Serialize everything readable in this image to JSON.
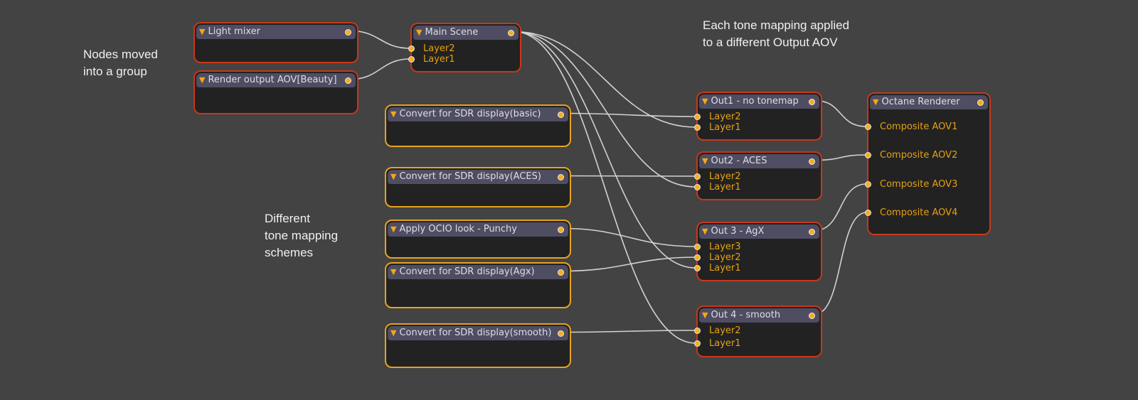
{
  "notes": {
    "group": "Nodes moved\ninto a group",
    "tonemap": "Different\ntone mapping\nschemes",
    "output": "Each tone mapping applied\nto a different Output AOV"
  },
  "colors": {
    "background": "#434343",
    "node_body": "#222222",
    "node_header": "#4f4d62",
    "group_border": "#c8371a",
    "tonemap_border": "#e8a21c",
    "pin": "#f5ae1e",
    "input_label": "#e4a016",
    "wire": "#d2d2d2"
  },
  "nodes": {
    "light_mixer": {
      "title": "Light mixer",
      "inputs": []
    },
    "render_output": {
      "title": "Render output AOV[Beauty]",
      "inputs": []
    },
    "main_scene": {
      "title": "Main Scene",
      "inputs": [
        "Layer2",
        "Layer1"
      ]
    },
    "sdr_basic": {
      "title": "Convert for SDR display(basic)",
      "inputs": []
    },
    "sdr_aces": {
      "title": "Convert for SDR display(ACES)",
      "inputs": []
    },
    "ocio_punchy": {
      "title": "Apply OCIO look - Punchy",
      "inputs": []
    },
    "sdr_agx": {
      "title": "Convert for SDR display(Agx)",
      "inputs": []
    },
    "sdr_smooth": {
      "title": "Convert for SDR display(smooth)",
      "inputs": []
    },
    "out1": {
      "title": "Out1 - no tonemap",
      "inputs": [
        "Layer2",
        "Layer1"
      ]
    },
    "out2": {
      "title": "Out2 - ACES",
      "inputs": [
        "Layer2",
        "Layer1"
      ]
    },
    "out3": {
      "title": "Out 3  - AgX",
      "inputs": [
        "Layer3",
        "Layer2",
        "Layer1"
      ]
    },
    "out4": {
      "title": "Out 4 - smooth",
      "inputs": [
        "Layer2",
        "Layer1"
      ]
    },
    "octane": {
      "title": "Octane Renderer",
      "inputs": [
        "Composite AOV1",
        "Composite AOV2",
        "Composite AOV3",
        "Composite AOV4"
      ]
    }
  },
  "connections": [
    {
      "from": "light_mixer",
      "to": "main_scene",
      "input": "Layer2"
    },
    {
      "from": "render_output",
      "to": "main_scene",
      "input": "Layer1"
    },
    {
      "from": "sdr_basic",
      "to": "out1",
      "input": "Layer2"
    },
    {
      "from": "main_scene",
      "to": "out1",
      "input": "Layer1"
    },
    {
      "from": "sdr_aces",
      "to": "out2",
      "input": "Layer2"
    },
    {
      "from": "main_scene",
      "to": "out2",
      "input": "Layer1"
    },
    {
      "from": "ocio_punchy",
      "to": "out3",
      "input": "Layer3"
    },
    {
      "from": "sdr_agx",
      "to": "out3",
      "input": "Layer2"
    },
    {
      "from": "main_scene",
      "to": "out3",
      "input": "Layer1"
    },
    {
      "from": "sdr_smooth",
      "to": "out4",
      "input": "Layer2"
    },
    {
      "from": "main_scene",
      "to": "out4",
      "input": "Layer1"
    },
    {
      "from": "out1",
      "to": "octane",
      "input": "Composite AOV1"
    },
    {
      "from": "out2",
      "to": "octane",
      "input": "Composite AOV2"
    },
    {
      "from": "out3",
      "to": "octane",
      "input": "Composite AOV3"
    },
    {
      "from": "out4",
      "to": "octane",
      "input": "Composite AOV4"
    }
  ]
}
